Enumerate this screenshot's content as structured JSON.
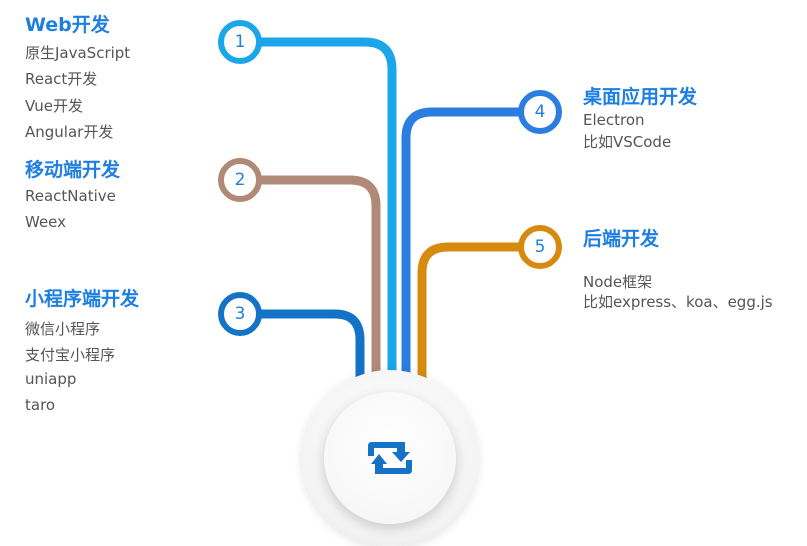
{
  "colors": {
    "cyan": "#1aa6e8",
    "tan": "#b08a76",
    "blue_dark": "#1473c7",
    "blue": "#2b7de0",
    "orange": "#d68a10",
    "title": "#1f7fe0",
    "text": "#555555"
  },
  "hub": {
    "icon": "repeat-icon"
  },
  "nodes": [
    {
      "num": "1",
      "title": "Web开发",
      "items": [
        "原生JavaScript",
        "React开发",
        "Vue开发",
        "Angular开发"
      ]
    },
    {
      "num": "2",
      "title": "移动端开发",
      "items": [
        "ReactNative",
        "Weex"
      ]
    },
    {
      "num": "3",
      "title": "小程序端开发",
      "items": [
        "微信小程序",
        "支付宝小程序",
        "uniapp",
        "taro"
      ]
    },
    {
      "num": "4",
      "title": "桌面应用开发",
      "items": [
        "Electron",
        "比如VSCode"
      ]
    },
    {
      "num": "5",
      "title": "后端开发",
      "items": [
        "Node框架",
        "比如express、koa、egg.js"
      ]
    }
  ]
}
